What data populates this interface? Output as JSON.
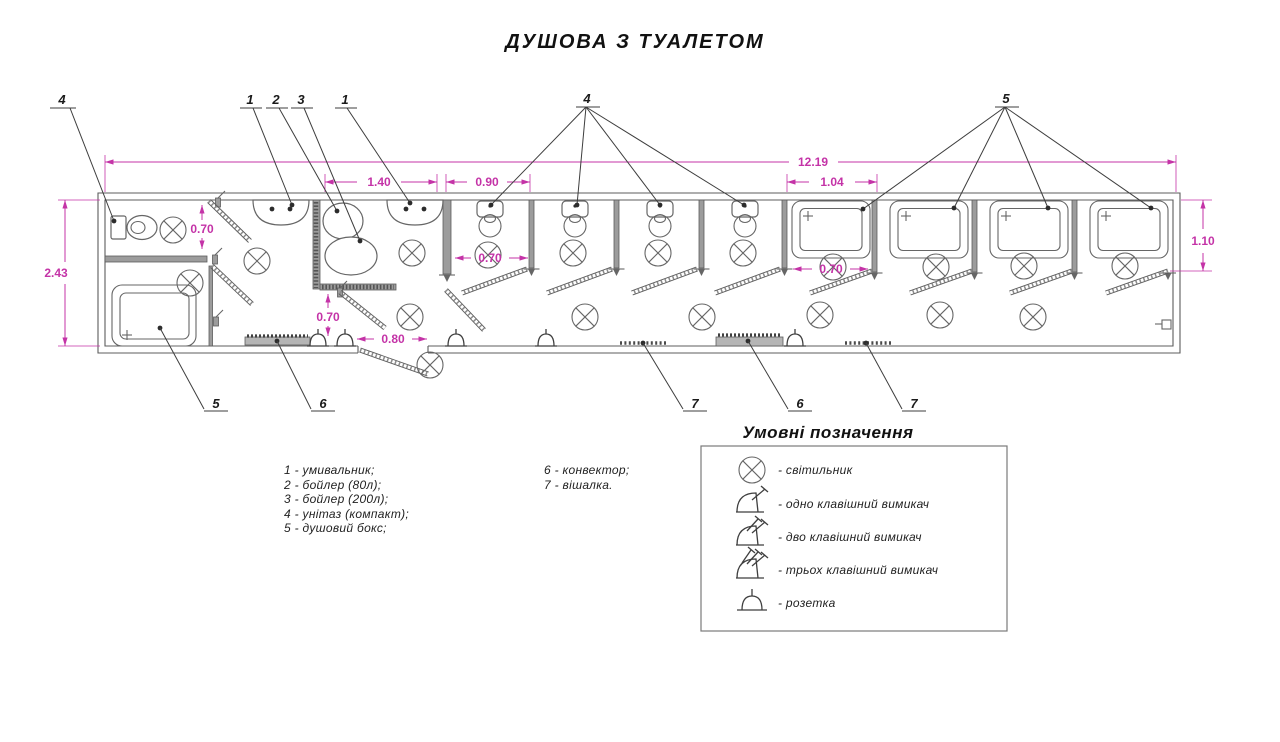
{
  "title": "ДУШОВА З ТУАЛЕТОМ",
  "colors": {
    "dimension_accent": "#c433a7",
    "drawing_line": "#5c5c5c"
  },
  "dims": {
    "total_length": "12.19",
    "total_depth": "2.43",
    "boiler_room": "1.40",
    "wc_stall": "0.90",
    "shower_box_w": "1.04",
    "shower_box_d": "1.10",
    "wc_door": "0.70",
    "closet_gap": "0.70",
    "stall_pass": "0.70",
    "shower_pass": "0.70",
    "entrance": "0.80"
  },
  "callouts": {
    "wc_left": "4",
    "sink_a": "1",
    "boiler_80": "2",
    "boiler_200": "3",
    "sink_b": "1",
    "wc_row": "4",
    "shower_row": "5",
    "shower_single": "5",
    "convector_a": "6",
    "hanger_a": "7",
    "convector_b": "6",
    "hanger_b": "7"
  },
  "key_list": {
    "col1": [
      "1 - умивальник;",
      "2 - бойлер (80л);",
      "3 - бойлер (200л);",
      "4 - унітаз (компакт);",
      "5 - душовий бокс;"
    ],
    "col2": [
      "6 - конвектор;",
      "7 - вішалка."
    ]
  },
  "legend": {
    "title": "Умовні позначення",
    "items": [
      {
        "icon": "lamp-icon",
        "label": "- світильник"
      },
      {
        "icon": "one-key-switch-icon",
        "label": "- одно клавішний вимикач"
      },
      {
        "icon": "two-key-switch-icon",
        "label": "- дво клавішний вимикач"
      },
      {
        "icon": "three-key-switch-icon",
        "label": "- трьох клавішний вимикач"
      },
      {
        "icon": "socket-icon",
        "label": "- розетка"
      }
    ]
  }
}
